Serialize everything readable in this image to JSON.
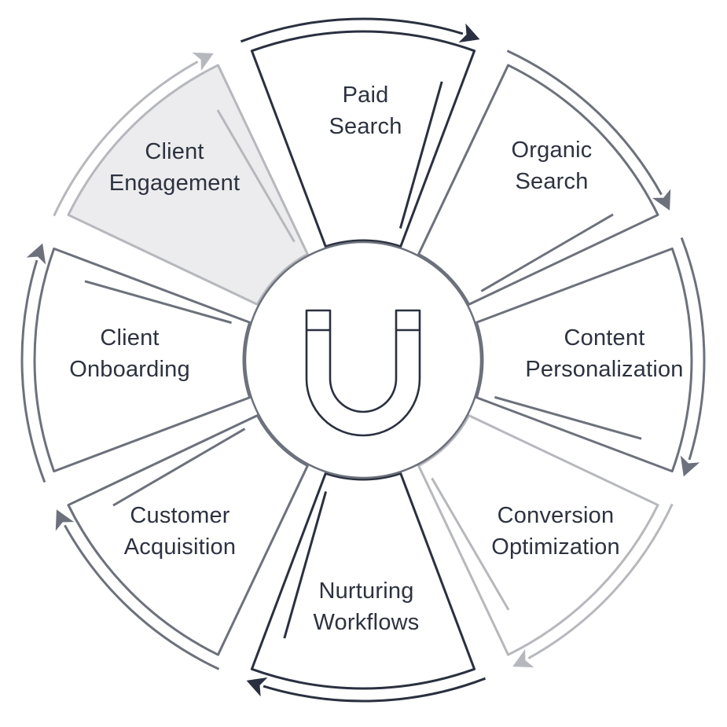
{
  "center": {
    "icon": "magnet-icon"
  },
  "colors": {
    "dark": "#2b3040",
    "mid": "#6d717c",
    "light": "#b6b8bd",
    "highlight_fill": "#ececee",
    "text": "#2d3240"
  },
  "segments": [
    {
      "id": "paid-search",
      "lines": [
        "Paid",
        "Search"
      ],
      "highlighted": false
    },
    {
      "id": "organic-search",
      "lines": [
        "Organic",
        "Search"
      ],
      "highlighted": false
    },
    {
      "id": "content-personalization",
      "lines": [
        "Content",
        "Personalization"
      ],
      "highlighted": false
    },
    {
      "id": "conversion-optimization",
      "lines": [
        "Conversion",
        "Optimization"
      ],
      "highlighted": false
    },
    {
      "id": "nurturing-workflows",
      "lines": [
        "Nurturing",
        "Workflows"
      ],
      "highlighted": false
    },
    {
      "id": "customer-acquisition",
      "lines": [
        "Customer",
        "Acquisition"
      ],
      "highlighted": false
    },
    {
      "id": "client-onboarding",
      "lines": [
        "Client",
        "Onboarding"
      ],
      "highlighted": false
    },
    {
      "id": "client-engagement",
      "lines": [
        "Client",
        "Engagement"
      ],
      "highlighted": true
    }
  ]
}
